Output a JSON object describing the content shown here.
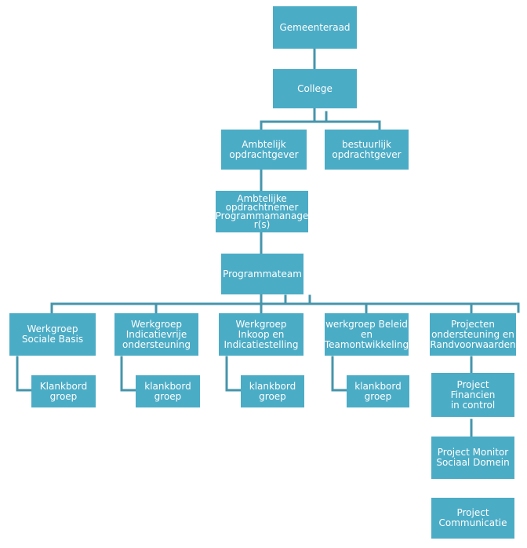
{
  "nodes": {
    "gemeenteraad": "Gemeenteraad",
    "college": "College",
    "ambtelijk_opdrachtgever": "Ambtelijk\nopdrachtgever",
    "bestuurlijk_opdrachtgever": "bestuurlijk\nopdrachtgever",
    "ambtelijke_opdrachtnemer": "Ambtelijke\nopdrachtnemer\nProgrammamanage\nr(s)",
    "programmateam": "Programmateam",
    "werkgroep_sociale_basis": "Werkgroep\nSociale Basis",
    "werkgroep_indicatievrije": "Werkgroep\nIndicatievrije\nondersteuning",
    "werkgroep_inkoop": "Werkgroep\nInkoop en\nIndicatiestelling",
    "werkgroep_beleid": "werkgroep Beleid\nen\nTeamontwikkeling",
    "projecten_ondersteuning": "Projecten\nondersteuning en\nRandvoorwaarden",
    "klankbord_1": "Klankbord\ngroep",
    "klankbord_2": "klankbord\ngroep",
    "klankbord_3": "klankbord\ngroep",
    "klankbord_4": "klankbord\ngroep",
    "project_financien": "Project Financien\nin control",
    "project_monitor": "Project Monitor\nSociaal Domein",
    "project_communicatie": "Project\nCommunicatie"
  },
  "colors": {
    "box": "#4bacc6",
    "connector": "#4695ab",
    "text": "#ffffff"
  }
}
